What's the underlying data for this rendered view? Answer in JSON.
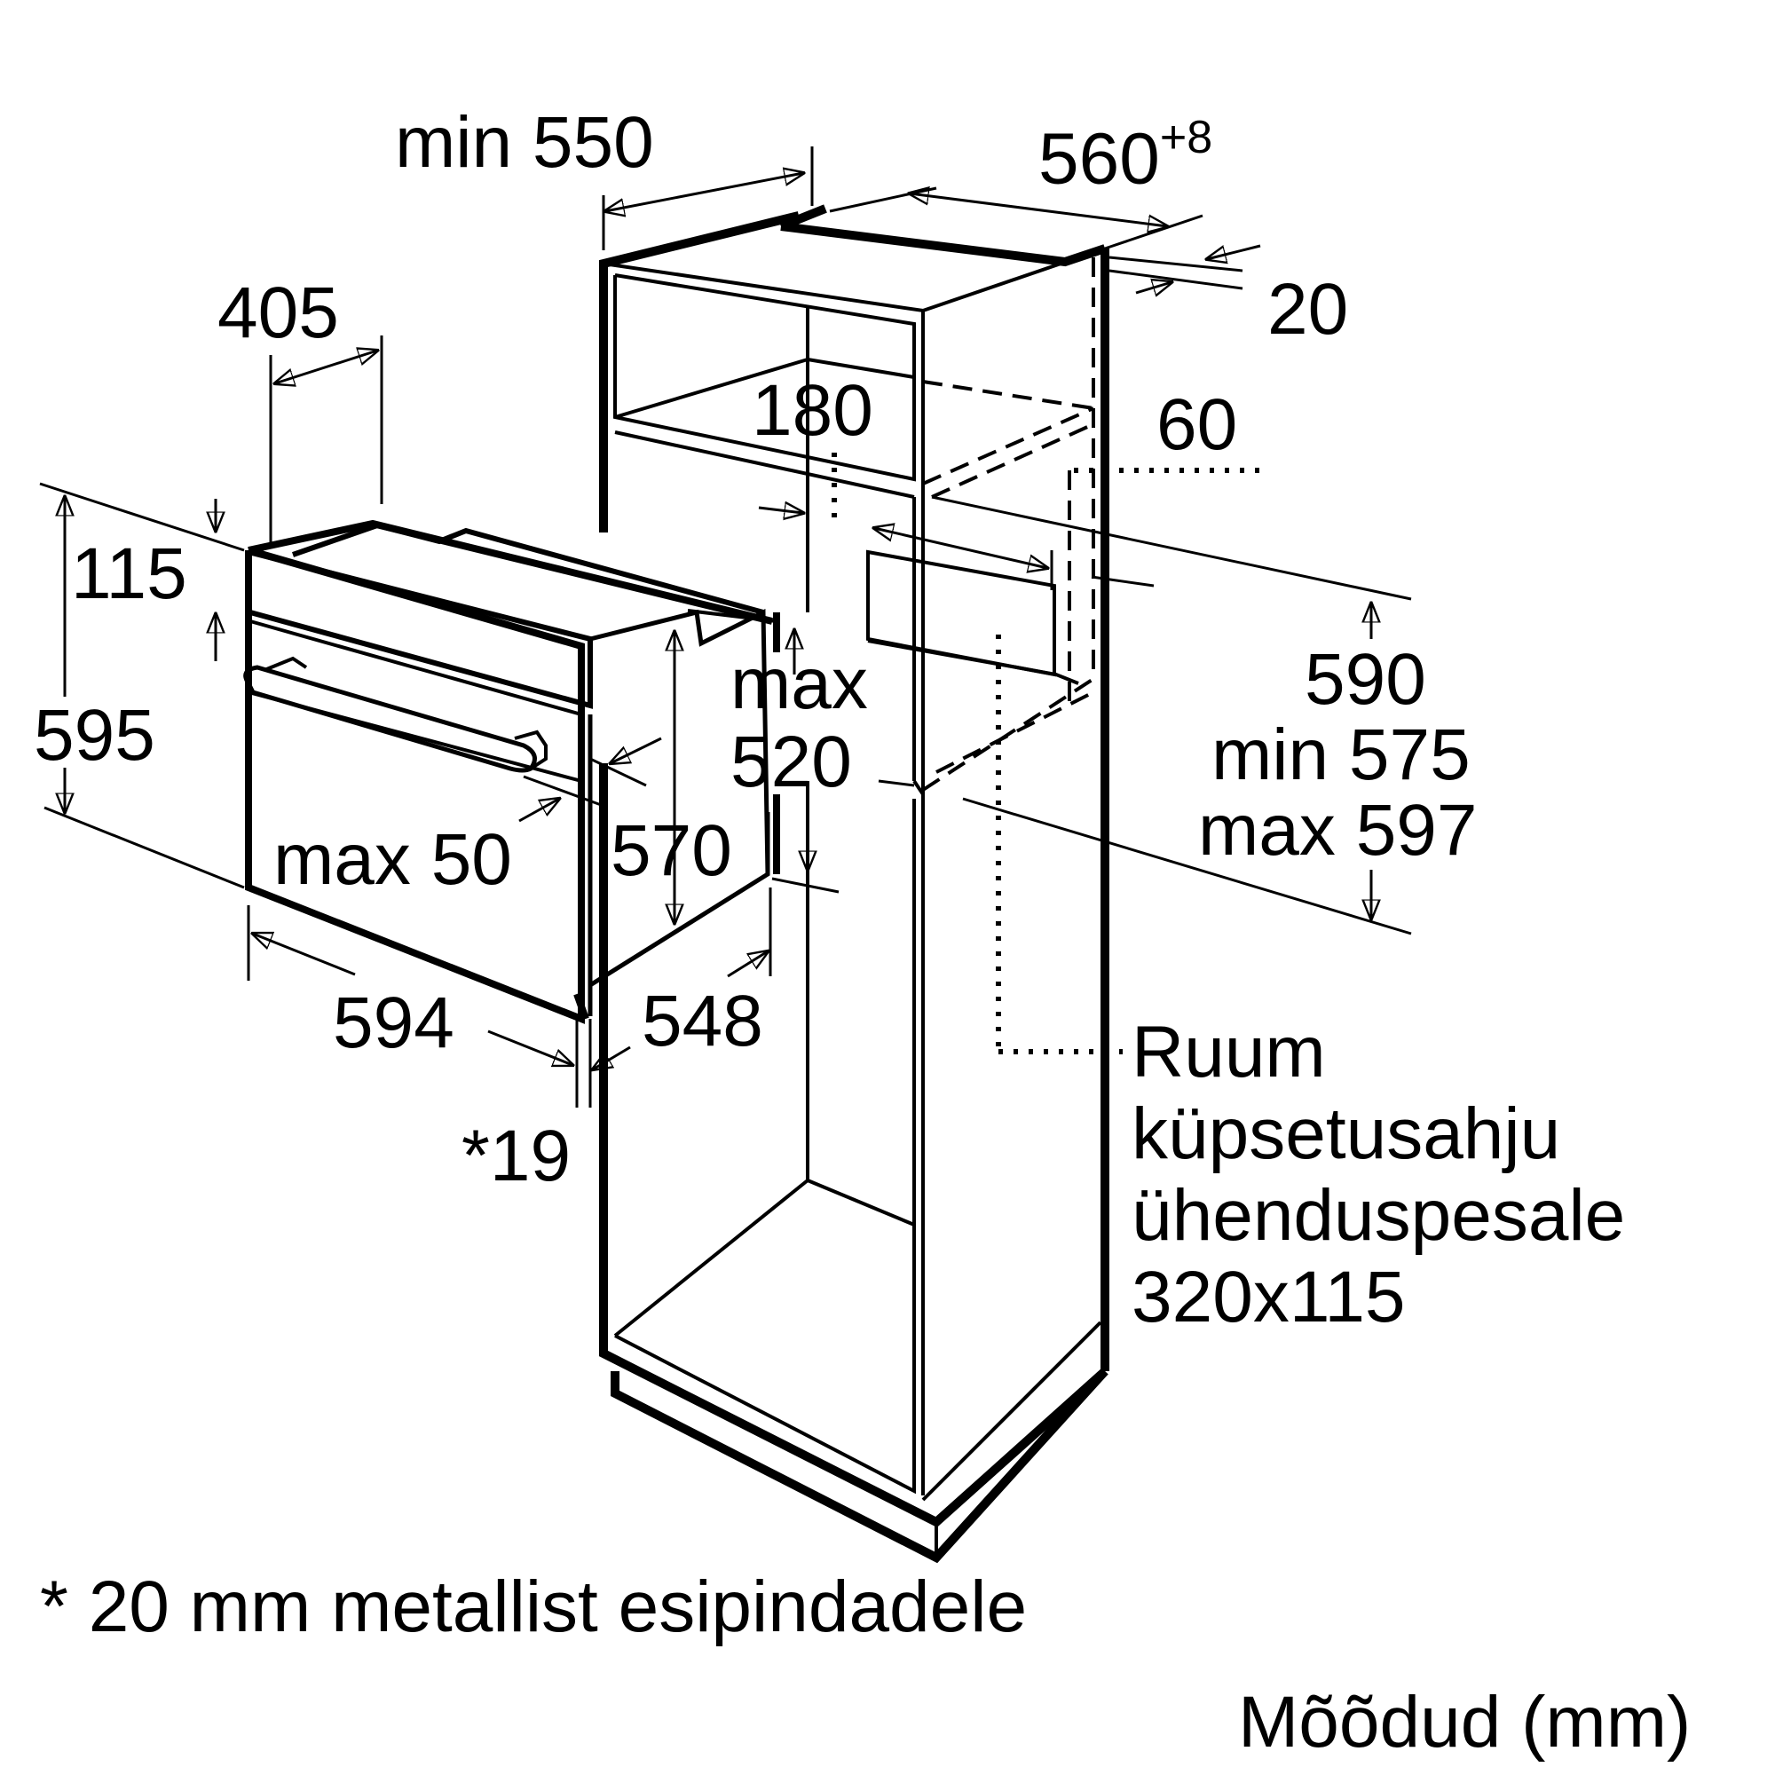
{
  "labels": {
    "min550": "min 550",
    "w560": "560",
    "w560_sup": "+8",
    "d20": "20",
    "d405": "405",
    "d180": "180",
    "d60": "60",
    "d115": "115",
    "d595": "595",
    "max520_a": "max",
    "max520_b": "520",
    "h590": "590",
    "min575": "min 575",
    "max597": "max 597",
    "max50": "max 50",
    "d570": "570",
    "d594": "594",
    "d548": "548",
    "d19": "*19",
    "ruum_1": "Ruum",
    "ruum_2": "küpsetusahju",
    "ruum_3": "ühenduspesale",
    "ruum_4": "320x115",
    "footnote": "* 20 mm metallist esipindadele",
    "units": "Mõõdud (mm)"
  }
}
